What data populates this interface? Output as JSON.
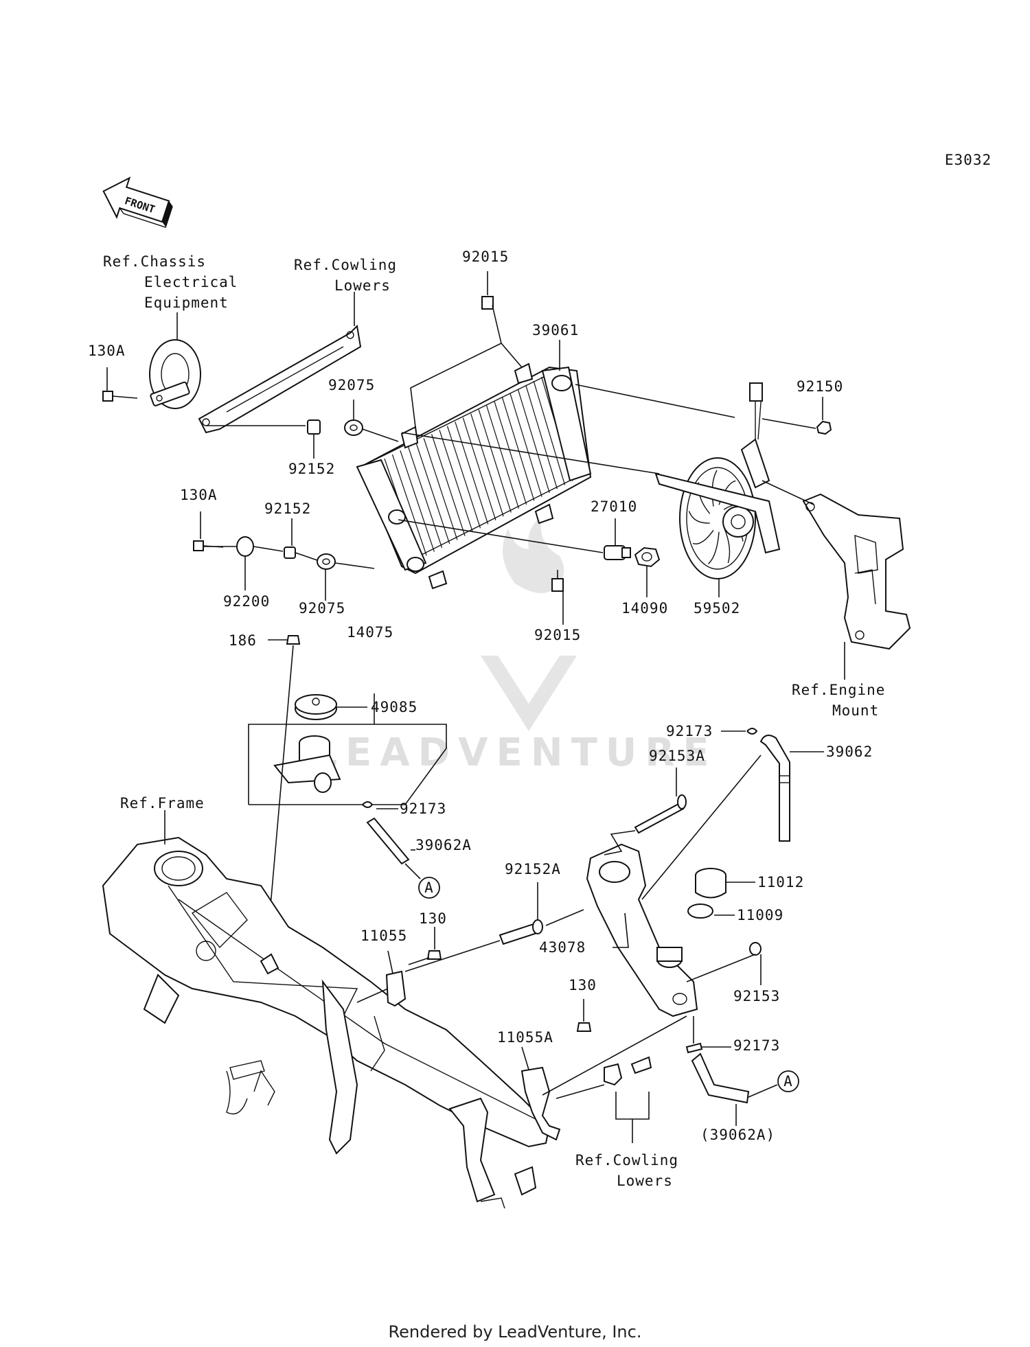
{
  "diagram_code": "E3032",
  "front_arrow_label": "FRONT",
  "watermark": "LEADVENTURE",
  "footer": "Rendered by LeadVenture, Inc.",
  "refs": {
    "chassis_electrical": [
      "Ref.Chassis",
      "Electrical",
      "Equipment"
    ],
    "cowling_lowers_top": [
      "Ref.Cowling",
      "Lowers"
    ],
    "engine_mount": [
      "Ref.Engine",
      "Mount"
    ],
    "frame": "Ref.Frame",
    "cowling_lowers_bottom": [
      "Ref.Cowling",
      "Lowers"
    ]
  },
  "parts": {
    "p130A_a": "130A",
    "p130A_b": "130A",
    "p92015_a": "92015",
    "p92015_b": "92015",
    "p39061": "39061",
    "p92075_a": "92075",
    "p92075_b": "92075",
    "p92150": "92150",
    "p92152_a": "92152",
    "p92152_b": "92152",
    "p27010": "27010",
    "p92200": "92200",
    "p14090": "14090",
    "p59502": "59502",
    "p186": "186",
    "p14075": "14075",
    "p49085": "49085",
    "p92173_a": "92173",
    "p92173_b": "92173",
    "p92173_c": "92173",
    "p39062": "39062",
    "p92153A": "92153A",
    "p39062A": "39062A",
    "p92152A": "92152A",
    "p11012": "11012",
    "p11009": "11009",
    "p130_a": "130",
    "p130_b": "130",
    "p11055": "11055",
    "p43078": "43078",
    "p92153": "92153",
    "p11055A": "11055A",
    "p39062A_paren": "(39062A)",
    "circle_A": "A"
  }
}
